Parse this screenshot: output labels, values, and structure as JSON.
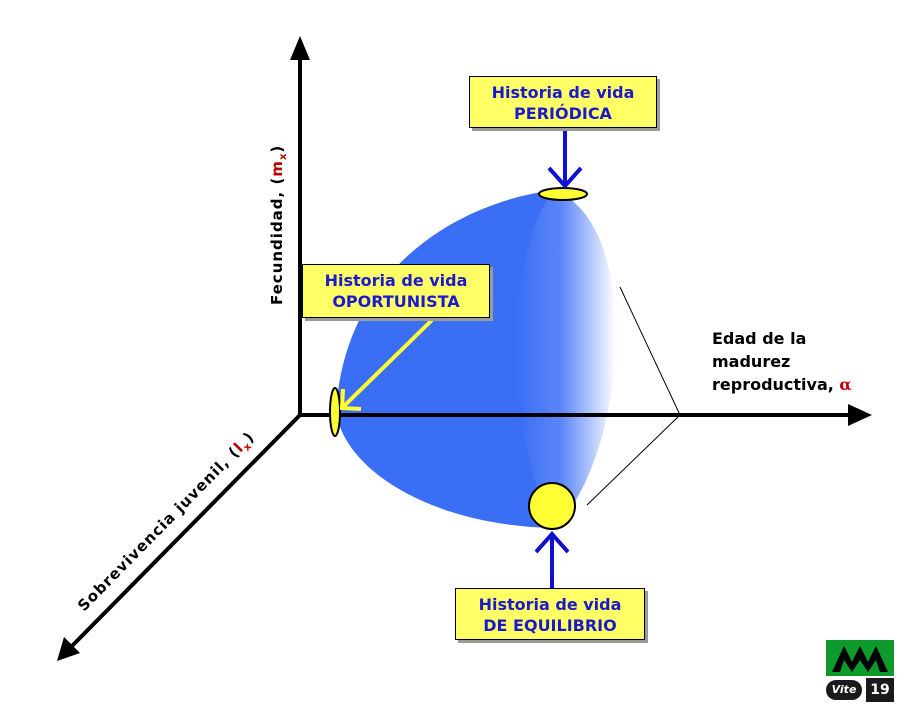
{
  "axes": {
    "y_label": "Fecundidad, (",
    "y_symbol": "m",
    "y_subscript": "x",
    "y_close": ")",
    "z_label": "Sobrevivencia juvenil, (",
    "z_symbol": "l",
    "z_subscript": "x",
    "z_close": ")",
    "x_label_lines": [
      "Edad de la",
      "madurez",
      "reproductiva,"
    ],
    "x_symbol": "α"
  },
  "labels": {
    "periodica": {
      "line1": "Historia de vida",
      "line2": "PERIÓDICA"
    },
    "oportunista": {
      "line1": "Historia de vida",
      "line2": "OPORTUNISTA"
    },
    "equilibrio": {
      "line1": "Historia de vida",
      "line2": "DE EQUILIBRIO"
    }
  },
  "logo": {
    "badge": "Vite",
    "page_number": "19"
  },
  "colors": {
    "shape_blue": "#3a6ef5",
    "marker_yellow": "#ffff33",
    "label_bg": "#ffff66",
    "label_text": "#1a1acc",
    "arrow_blue": "#1010d0",
    "symbol_red": "#c00000",
    "logo_green": "#0d9a2a"
  }
}
